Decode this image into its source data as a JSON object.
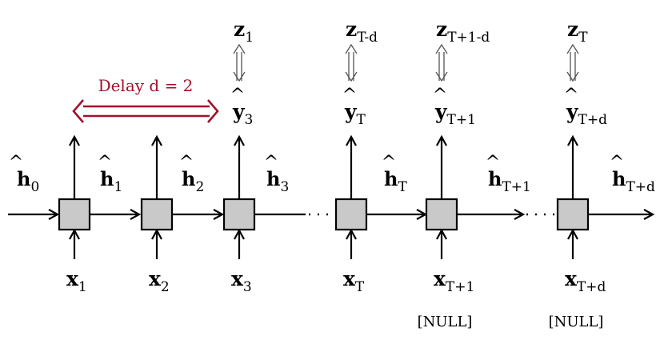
{
  "colors": {
    "delay_accent": "#a0112b",
    "cell_fill": "#c9c9c9",
    "line": "#000000"
  },
  "delay_label": "Delay d = 2",
  "initial_hidden": {
    "base": "h",
    "sub": "0"
  },
  "cells": [
    {
      "input": {
        "base": "x",
        "sub": "1"
      },
      "hidden_out": {
        "base": "h",
        "sub": "1"
      },
      "output": null,
      "target": null,
      "note": ""
    },
    {
      "input": {
        "base": "x",
        "sub": "2"
      },
      "hidden_out": {
        "base": "h",
        "sub": "2"
      },
      "output": null,
      "target": null,
      "note": ""
    },
    {
      "input": {
        "base": "x",
        "sub": "3"
      },
      "hidden_out": {
        "base": "h",
        "sub": "3"
      },
      "output": {
        "base": "y",
        "sub": "3"
      },
      "target": {
        "base": "z",
        "sub": "1"
      },
      "note": ""
    },
    {
      "input": {
        "base": "x",
        "sub": "T"
      },
      "hidden_out": {
        "base": "h",
        "sub": "T"
      },
      "output": {
        "base": "y",
        "sub": "T"
      },
      "target": {
        "base": "z",
        "sub": "T-d"
      },
      "note": ""
    },
    {
      "input": {
        "base": "x",
        "sub": "T+1"
      },
      "hidden_out": {
        "base": "h",
        "sub": "T+1"
      },
      "output": {
        "base": "y",
        "sub": "T+1"
      },
      "target": {
        "base": "z",
        "sub": "T+1-d"
      },
      "note": "[NULL]"
    },
    {
      "input": {
        "base": "x",
        "sub": "T+d"
      },
      "hidden_out": {
        "base": "h",
        "sub": "T+d"
      },
      "output": {
        "base": "y",
        "sub": "T+d"
      },
      "target": {
        "base": "z",
        "sub": "T"
      },
      "note": "[NULL]"
    }
  ]
}
